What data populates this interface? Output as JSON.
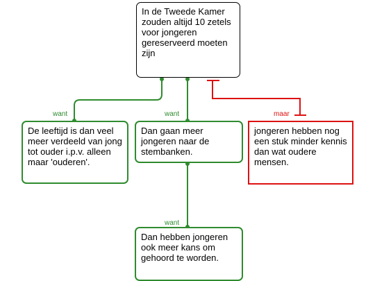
{
  "claim": {
    "text": "In de Tweede Kamer zouden altijd 10 zetels voor jongeren gereserveerd moeten zijn"
  },
  "premises": [
    {
      "type": "support",
      "label": "want",
      "text": "De leeftijd is dan veel meer verdeeld van jong tot ouder i.p.v. alleen maar 'ouderen'."
    },
    {
      "type": "support",
      "label": "want",
      "text": "Dan gaan meer jongeren naar de stembanken."
    },
    {
      "type": "objection",
      "label": "maar",
      "text": "jongeren hebben nog een stuk minder kennis dan wat oudere mensen."
    },
    {
      "type": "support",
      "label": "want",
      "text": "Dan hebben jongeren ook meer kans om gehoord te worden."
    }
  ],
  "colors": {
    "support": "#2e8b2e",
    "objection": "#dd1111",
    "claim_border": "#000000"
  }
}
